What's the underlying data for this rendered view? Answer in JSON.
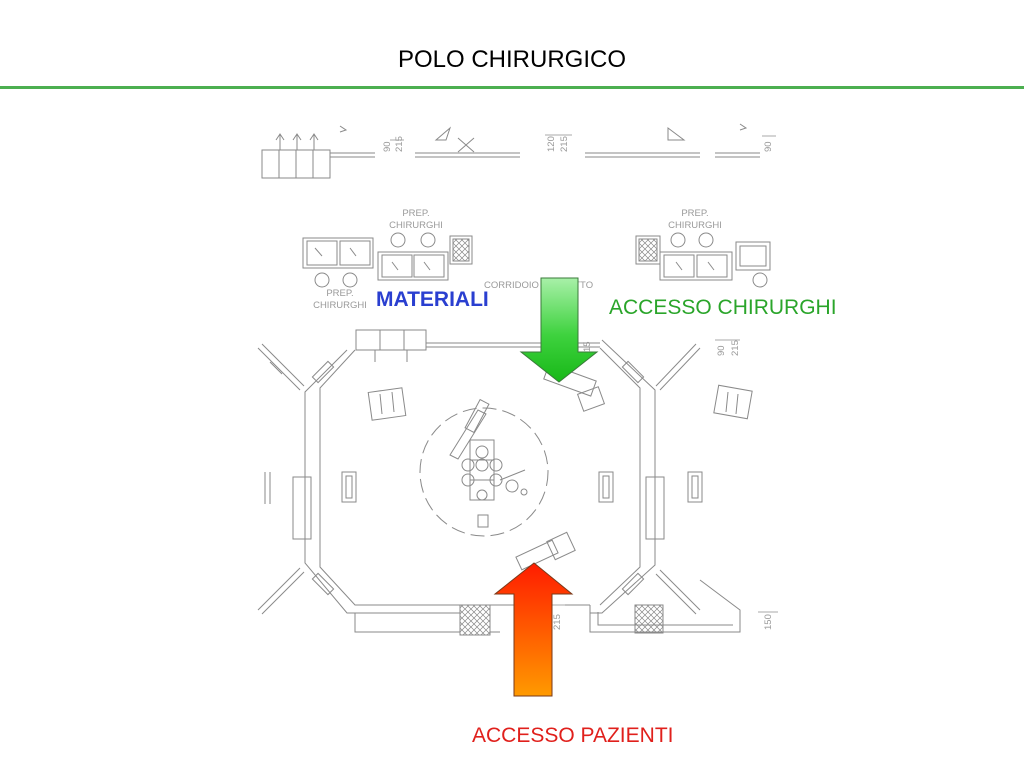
{
  "header": {
    "title": "POLO CHIRURGICO"
  },
  "labels": {
    "materiali": "MATERIALI",
    "accesso_chirurghi": "ACCESSO CHIRURGHI",
    "accesso_pazienti": "ACCESSO PAZIENTI"
  },
  "plan": {
    "prep1_a": "PREP.",
    "prep1_b": "CHIRURGHI",
    "prep2_a": "PREP.",
    "prep2_b": "CHIRURGHI",
    "prep3_a": "PREP.",
    "prep3_b": "CHIRURGHI",
    "corridoio": "CORRIDOIO PROTETTO",
    "dim_90_a": "90",
    "dim_215_a": "215",
    "dim_120": "120",
    "dim_215_b": "215",
    "dim_90_b": "90",
    "dim_15": "15",
    "dim_90_c": "90",
    "dim_215_c": "215",
    "dim_215_d": "215",
    "dim_150": "150"
  },
  "colors": {
    "accent_rule": "#4caf50",
    "materiali": "#2a3fd0",
    "accesso_chirurghi": "#2aa52a",
    "accesso_pazienti": "#e0201c"
  }
}
